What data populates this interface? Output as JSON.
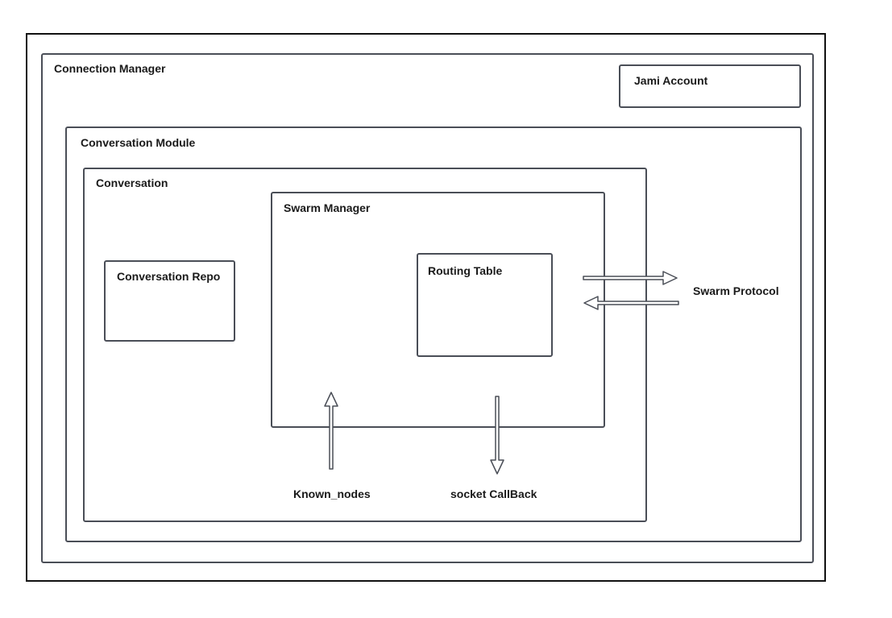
{
  "diagram": {
    "connection_manager": "Connection Manager",
    "jami_account": "Jami Account",
    "conversation_module": "Conversation Module",
    "conversation": "Conversation",
    "swarm_manager": "Swarm Manager",
    "conversation_repo": "Conversation Repo",
    "routing_table": "Routing Table",
    "swarm_protocol": "Swarm Protocol",
    "known_nodes": "Known_nodes",
    "socket_callback": "socket CallBack"
  },
  "colors": {
    "frame": "#111111",
    "box_border": "#4a4e57",
    "text": "#1a1a1a"
  }
}
